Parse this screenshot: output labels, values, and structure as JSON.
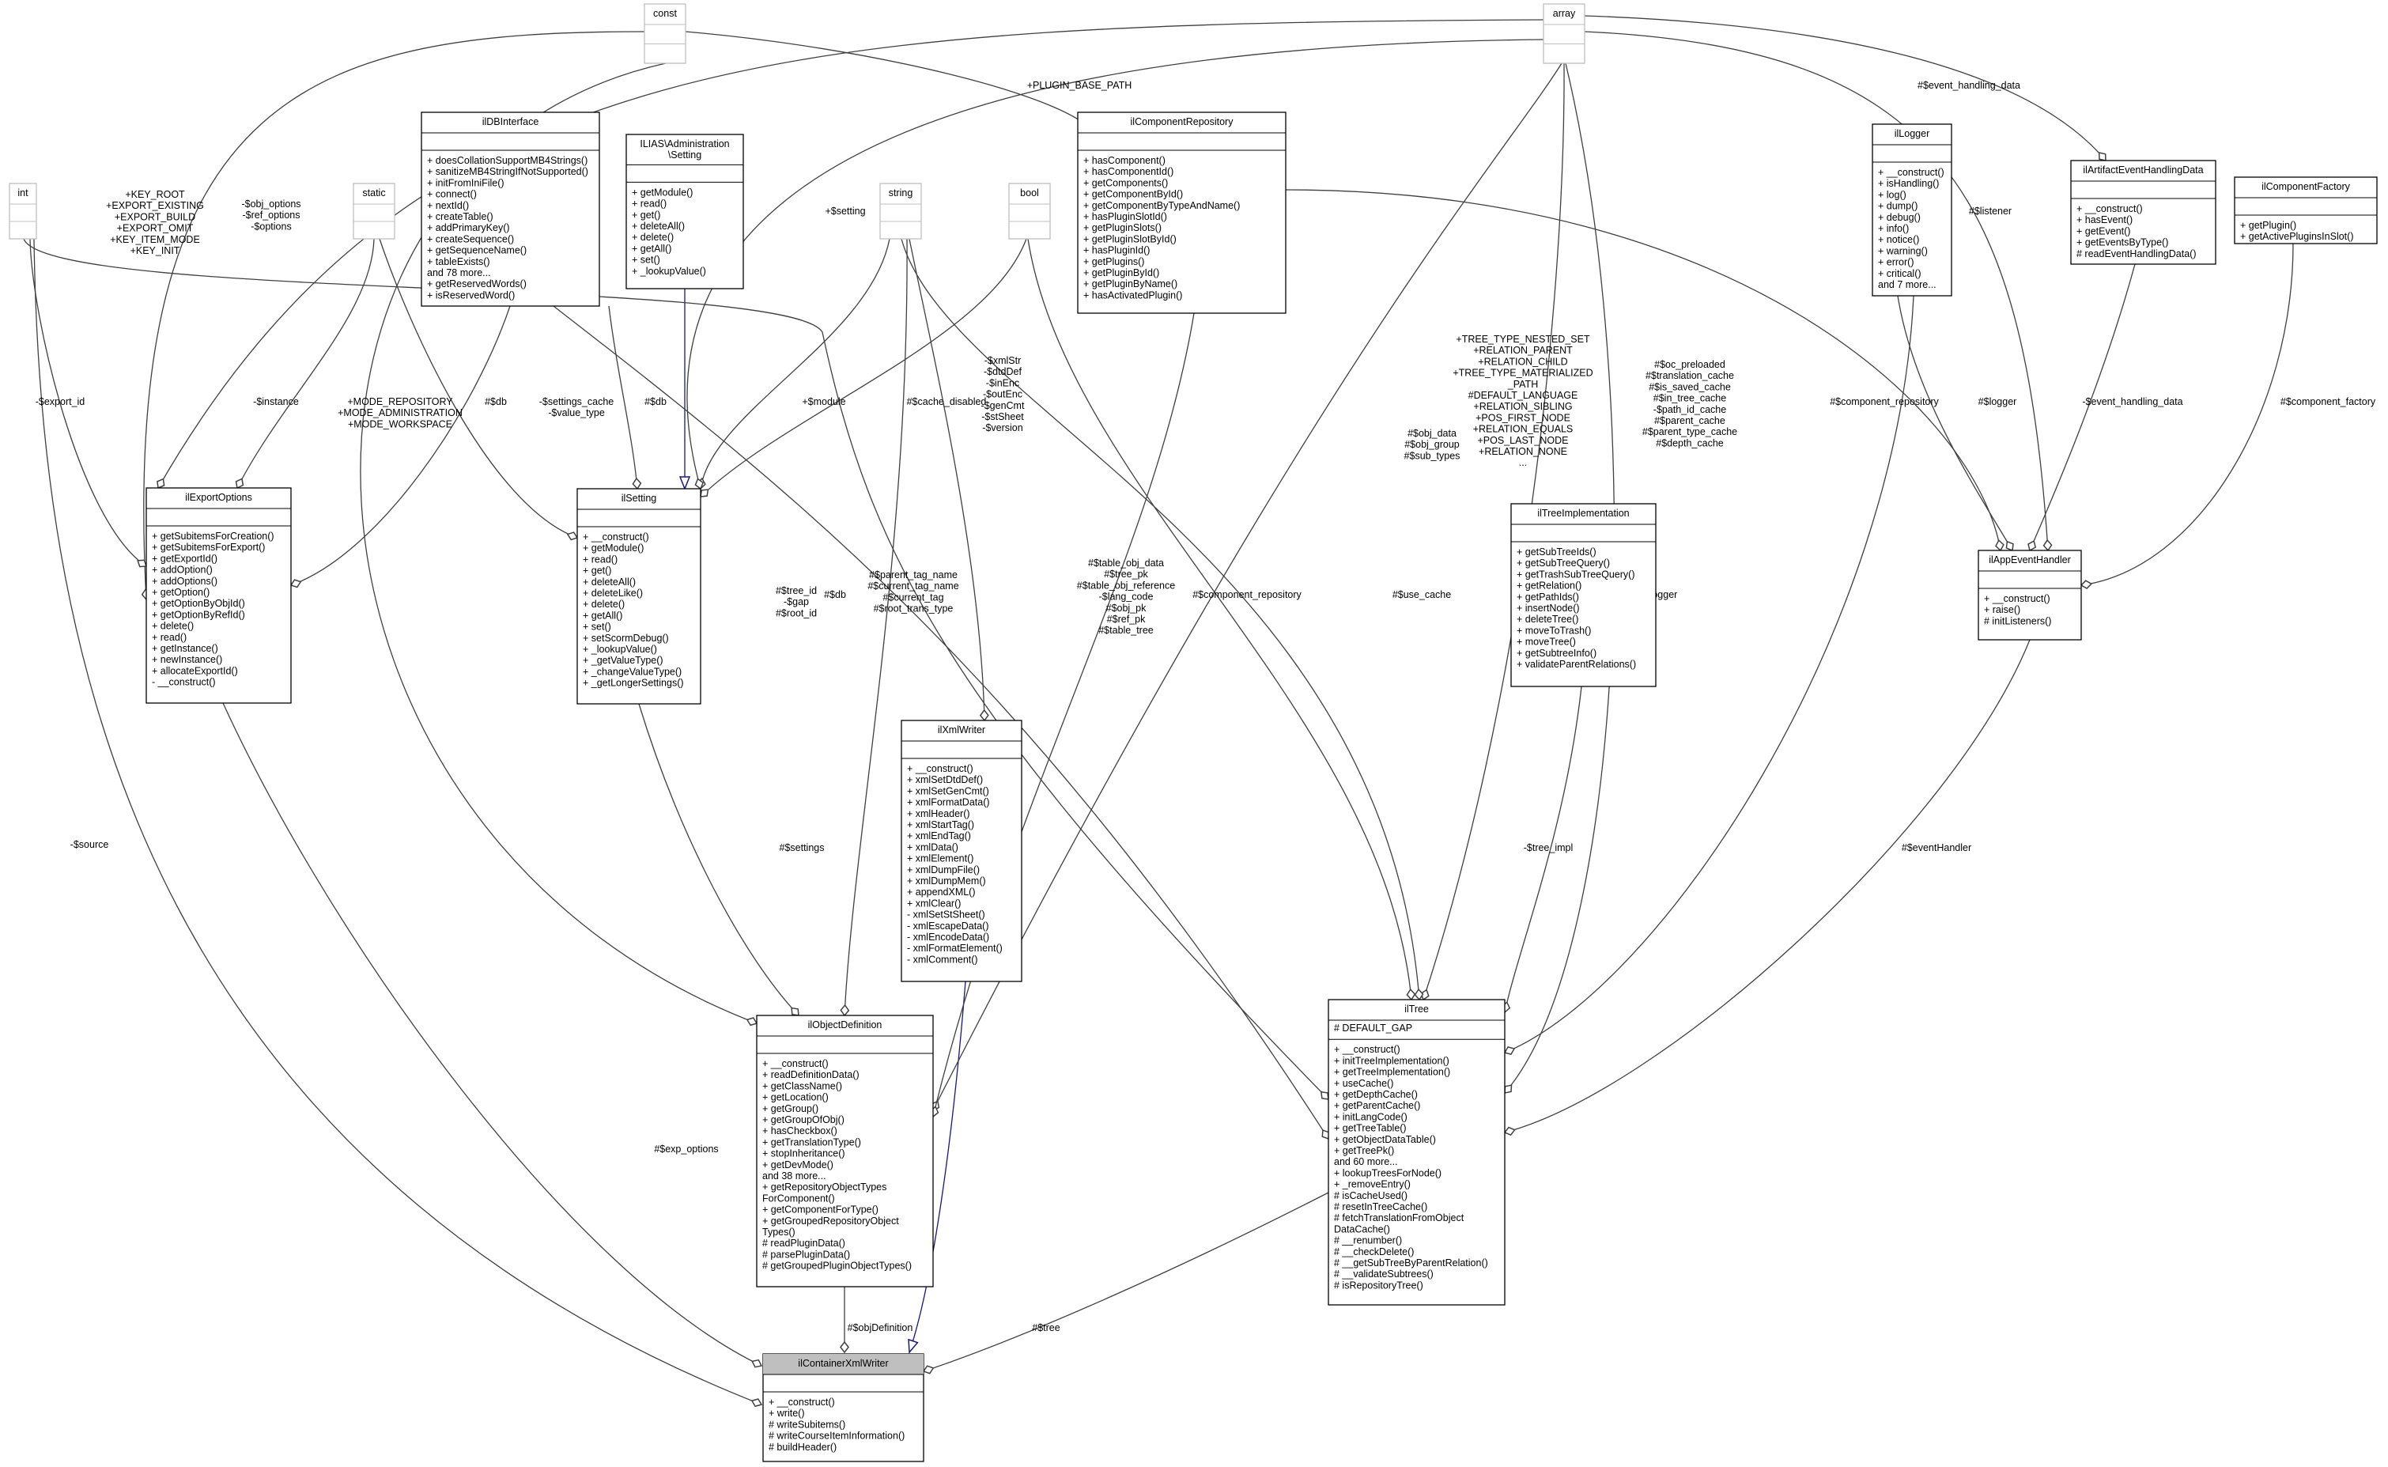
{
  "diagram": {
    "classes": [
      {
        "id": "const",
        "title": "const",
        "attrs": [],
        "methods": [],
        "ghost": true
      },
      {
        "id": "array",
        "title": "array",
        "attrs": [],
        "methods": [],
        "ghost": true
      },
      {
        "id": "int",
        "title": "int",
        "attrs": [],
        "methods": [],
        "ghost": true
      },
      {
        "id": "static",
        "title": "static",
        "attrs": [],
        "methods": [],
        "ghost": true
      },
      {
        "id": "string",
        "title": "string",
        "attrs": [],
        "methods": [],
        "ghost": true
      },
      {
        "id": "bool",
        "title": "bool",
        "attrs": [],
        "methods": [],
        "ghost": true
      },
      {
        "id": "ilDBInterface",
        "title": "ilDBInterface",
        "attrs": [],
        "methods": [
          "+ doesCollationSupportMB4Strings()",
          "+ sanitizeMB4StringIfNotSupported()",
          "+ initFromIniFile()",
          "+ connect()",
          "+ nextId()",
          "+ createTable()",
          "+ addPrimaryKey()",
          "+ createSequence()",
          "+ getSequenceName()",
          "+ tableExists()",
          "and 78 more...",
          "+ getReservedWords()",
          "+ isReservedWord()"
        ]
      },
      {
        "id": "ILIASSetting",
        "title": [
          "ILIAS\\Administration",
          "\\Setting"
        ],
        "attrs": [],
        "methods": [
          "+ getModule()",
          "+ read()",
          "+ get()",
          "+ deleteAll()",
          "+ delete()",
          "+ getAll()",
          "+ set()",
          "+ _lookupValue()"
        ]
      },
      {
        "id": "ilComponentRepository",
        "title": "ilComponentRepository",
        "attrs": [],
        "methods": [
          "+ hasComponent()",
          "+ hasComponentId()",
          "+ getComponents()",
          "+ getComponentById()",
          "+ getComponentByTypeAndName()",
          "+ hasPluginSlotId()",
          "+ getPluginSlots()",
          "+ getPluginSlotById()",
          "+ hasPluginId()",
          "+ getPlugins()",
          "+ getPluginById()",
          "+ getPluginByName()",
          "+ hasActivatedPlugin()"
        ]
      },
      {
        "id": "ilLogger",
        "title": "ilLogger",
        "attrs": [],
        "methods": [
          "+ __construct()",
          "+ isHandling()",
          "+ log()",
          "+ dump()",
          "+ debug()",
          "+ info()",
          "+ notice()",
          "+ warning()",
          "+ error()",
          "+ critical()",
          "and 7 more..."
        ]
      },
      {
        "id": "ilArtifactEventHandlingData",
        "title": "ilArtifactEventHandlingData",
        "attrs": [],
        "methods": [
          "+ __construct()",
          "+ hasEvent()",
          "+ getEvent()",
          "+ getEventsByType()",
          "# readEventHandlingData()"
        ]
      },
      {
        "id": "ilComponentFactory",
        "title": "ilComponentFactory",
        "attrs": [],
        "methods": [
          "+ getPlugin()",
          "+ getActivePluginsInSlot()"
        ]
      },
      {
        "id": "ilExportOptions",
        "title": "ilExportOptions",
        "attrs": [],
        "methods": [
          "+ getSubitemsForCreation()",
          "+ getSubitemsForExport()",
          "+ getExportId()",
          "+ addOption()",
          "+ addOptions()",
          "+ getOption()",
          "+ getOptionByObjId()",
          "+ getOptionByRefId()",
          "+ delete()",
          "+ read()",
          "+ getInstance()",
          "+ newInstance()",
          "+ allocateExportId()",
          "- __construct()"
        ]
      },
      {
        "id": "ilSetting",
        "title": "ilSetting",
        "attrs": [],
        "methods": [
          "+ __construct()",
          "+ getModule()",
          "+ read()",
          "+ get()",
          "+ deleteAll()",
          "+ deleteLike()",
          "+ delete()",
          "+ getAll()",
          "+ set()",
          "+ setScormDebug()",
          "+ _lookupValue()",
          "+ _getValueType()",
          "+ _changeValueType()",
          "+ _getLongerSettings()"
        ]
      },
      {
        "id": "ilTreeImplementation",
        "title": "ilTreeImplementation",
        "attrs": [],
        "methods": [
          "+ getSubTreeIds()",
          "+ getSubTreeQuery()",
          "+ getTrashSubTreeQuery()",
          "+ getRelation()",
          "+ getPathIds()",
          "+ insertNode()",
          "+ deleteTree()",
          "+ moveToTrash()",
          "+ moveTree()",
          "+ getSubtreeInfo()",
          "+ validateParentRelations()"
        ]
      },
      {
        "id": "ilAppEventHandler",
        "title": "ilAppEventHandler",
        "attrs": [],
        "methods": [
          "+ __construct()",
          "+ raise()",
          "# initListeners()"
        ]
      },
      {
        "id": "ilXmlWriter",
        "title": "ilXmlWriter",
        "attrs": [],
        "methods": [
          "+ __construct()",
          "+ xmlSetDtdDef()",
          "+ xmlSetGenCmt()",
          "+ xmlFormatData()",
          "+ xmlHeader()",
          "+ xmlStartTag()",
          "+ xmlEndTag()",
          "+ xmlData()",
          "+ xmlElement()",
          "+ xmlDumpFile()",
          "+ xmlDumpMem()",
          "+ appendXML()",
          "+ xmlClear()",
          "- xmlSetStSheet()",
          "- xmlEscapeData()",
          "- xmlEncodeData()",
          "- xmlFormatElement()",
          "- xmlComment()"
        ]
      },
      {
        "id": "ilObjectDefinition",
        "title": "ilObjectDefinition",
        "attrs": [],
        "methods": [
          "+ __construct()",
          "+ readDefinitionData()",
          "+ getClassName()",
          "+ getLocation()",
          "+ getGroup()",
          "+ getGroupOfObj()",
          "+ hasCheckbox()",
          "+ getTranslationType()",
          "+ stopInheritance()",
          "+ getDevMode()",
          "and 38 more...",
          "+ getRepositoryObjectTypes",
          "ForComponent()",
          "+ getComponentForType()",
          "+ getGroupedRepositoryObject",
          "Types()",
          "# readPluginData()",
          "# parsePluginData()",
          "# getGroupedPluginObjectTypes()"
        ]
      },
      {
        "id": "ilTree",
        "title": "ilTree",
        "attrs": [
          "# DEFAULT_GAP"
        ],
        "methods": [
          "+ __construct()",
          "+ initTreeImplementation()",
          "+ getTreeImplementation()",
          "+ useCache()",
          "+ getDepthCache()",
          "+ getParentCache()",
          "+ initLangCode()",
          "+ getTreeTable()",
          "+ getObjectDataTable()",
          "+ getTreePk()",
          "and 60 more...",
          "+ lookupTreesForNode()",
          "+ _removeEntry()",
          "# isCacheUsed()",
          "# resetInTreeCache()",
          "# fetchTranslationFromObject",
          "DataCache()",
          "# __renumber()",
          "# __checkDelete()",
          "# __getSubTreeByParentRelation()",
          "# __validateSubtrees()",
          "# isRepositoryTree()"
        ]
      },
      {
        "id": "ilContainerXmlWriter",
        "title": "ilContainerXmlWriter",
        "attrs": [],
        "methods": [
          "+ __construct()",
          "+ write()",
          "# writeSubitems()",
          "# writeCourseItemInformation()",
          "# buildHeader()"
        ]
      }
    ],
    "edge_labels": [
      {
        "id": "l_plugin_base_path",
        "lines": [
          "+PLUGIN_BASE_PATH"
        ]
      },
      {
        "id": "l_event_handling_data",
        "lines": [
          "#$event_handling_data"
        ]
      },
      {
        "id": "l_key_root",
        "lines": [
          "+KEY_ROOT",
          "+EXPORT_EXISTING",
          "+EXPORT_BUILD",
          "+EXPORT_OMIT",
          "+KEY_ITEM_MODE",
          "+KEY_INIT"
        ]
      },
      {
        "id": "l_obj_options",
        "lines": [
          "-$obj_options",
          "-$ref_options",
          "-$options"
        ]
      },
      {
        "id": "l_setting",
        "lines": [
          "+$setting"
        ]
      },
      {
        "id": "l_tree_type",
        "lines": [
          "+TREE_TYPE_NESTED_SET",
          "+RELATION_PARENT",
          "+RELATION_CHILD",
          "+TREE_TYPE_MATERIALIZED",
          "_PATH",
          "#DEFAULT_LANGUAGE",
          "+RELATION_SIBLING",
          "+POS_FIRST_NODE",
          "+RELATION_EQUALS",
          "+POS_LAST_NODE",
          "+RELATION_NONE",
          "..."
        ]
      },
      {
        "id": "l_obj_data",
        "lines": [
          "#$obj_data",
          "#$obj_group",
          "#$sub_types"
        ]
      },
      {
        "id": "l_oc_preloaded",
        "lines": [
          "#$oc_preloaded",
          "#$translation_cache",
          "#$is_saved_cache",
          "#$in_tree_cache",
          "-$path_id_cache",
          "#$parent_cache",
          "#$parent_type_cache",
          "#$depth_cache"
        ]
      },
      {
        "id": "l_listener",
        "lines": [
          "#$listener"
        ]
      },
      {
        "id": "l_export_id",
        "lines": [
          "-$export_id"
        ]
      },
      {
        "id": "l_instance",
        "lines": [
          "-$instance"
        ]
      },
      {
        "id": "l_mode_repository",
        "lines": [
          "+MODE_REPOSITORY",
          "+MODE_ADMINISTRATION",
          "+MODE_WORKSPACE"
        ]
      },
      {
        "id": "l_db1",
        "lines": [
          "#$db"
        ]
      },
      {
        "id": "l_settings_cache",
        "lines": [
          "-$settings_cache",
          "-$value_type"
        ]
      },
      {
        "id": "l_db2",
        "lines": [
          "#$db"
        ]
      },
      {
        "id": "l_module",
        "lines": [
          "+$module"
        ]
      },
      {
        "id": "l_cache_disabled",
        "lines": [
          "#$cache_disabled"
        ]
      },
      {
        "id": "l_xmlstr",
        "lines": [
          "-$xmlStr",
          "-$dtdDef",
          "-$inEnc",
          "-$outEnc",
          "-$genCmt",
          "-$stSheet",
          "-$version"
        ]
      },
      {
        "id": "l_component_repository1",
        "lines": [
          "#$component_repository"
        ]
      },
      {
        "id": "l_logger1",
        "lines": [
          "#$logger"
        ]
      },
      {
        "id": "l_event_handling_data2",
        "lines": [
          "-$event_handling_data"
        ]
      },
      {
        "id": "l_component_factory",
        "lines": [
          "#$component_factory"
        ]
      },
      {
        "id": "l_tree_id",
        "lines": [
          "#$tree_id",
          "-$gap",
          "#$root_id"
        ]
      },
      {
        "id": "l_db3",
        "lines": [
          "#$db"
        ]
      },
      {
        "id": "l_parent_tag",
        "lines": [
          "#$parent_tag_name",
          "#$current_tag_name",
          "#$current_tag",
          "#$root_trans_type"
        ]
      },
      {
        "id": "l_table_obj_data",
        "lines": [
          "#$table_obj_data",
          "#$tree_pk",
          "#$table_obj_reference",
          "-$lang_code",
          "#$obj_pk",
          "#$ref_pk",
          "#$table_tree"
        ]
      },
      {
        "id": "l_component_repository2",
        "lines": [
          "#$component_repository"
        ]
      },
      {
        "id": "l_use_cache",
        "lines": [
          "#$use_cache"
        ]
      },
      {
        "id": "l_logger2",
        "lines": [
          "#$logger"
        ]
      },
      {
        "id": "l_source",
        "lines": [
          "-$source"
        ]
      },
      {
        "id": "l_settings",
        "lines": [
          "#$settings"
        ]
      },
      {
        "id": "l_tree_impl",
        "lines": [
          "-$tree_impl"
        ]
      },
      {
        "id": "l_event_handler",
        "lines": [
          "#$eventHandler"
        ]
      },
      {
        "id": "l_exp_options",
        "lines": [
          "#$exp_options"
        ]
      },
      {
        "id": "l_obj_definition",
        "lines": [
          "#$objDefinition"
        ]
      },
      {
        "id": "l_tree",
        "lines": [
          "#$tree"
        ]
      }
    ],
    "colors": {
      "box_stroke": "#000000",
      "ghost_stroke": "#bfbfbf",
      "highlight_fill": "#bfbfbf",
      "edge": "#404040",
      "inherit_edge": "#191970"
    }
  }
}
